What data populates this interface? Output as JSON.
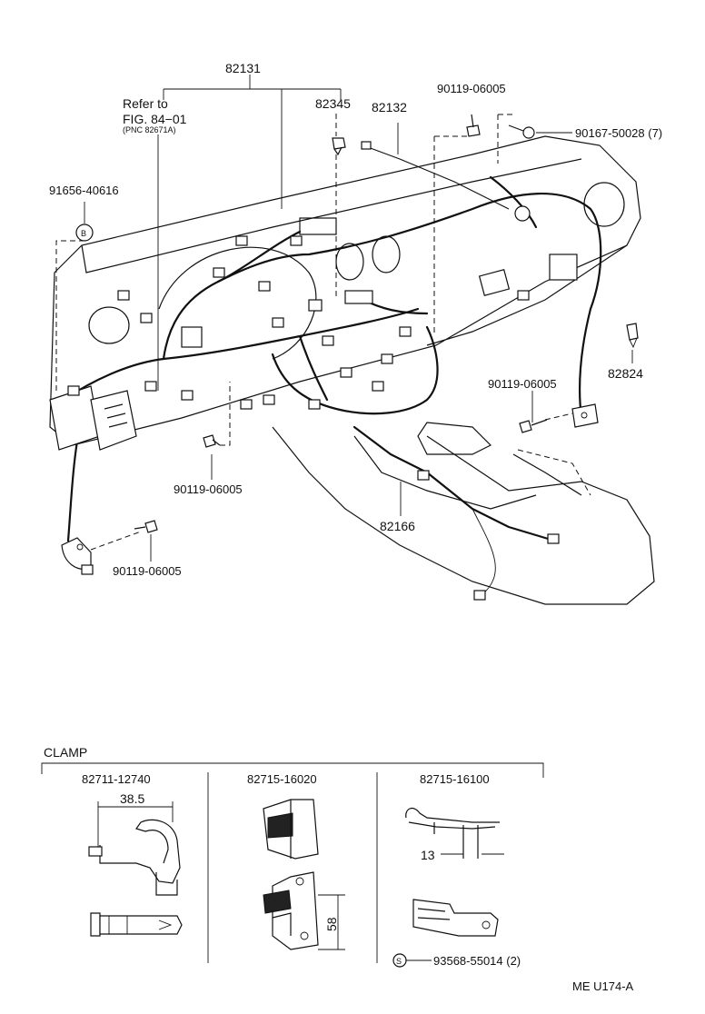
{
  "labels": {
    "harness_main": "82131",
    "refer_to": "Refer to",
    "fig_ref": "FIG. 84−01",
    "pnc_ref": "(PNC 82671A)",
    "part_82345": "82345",
    "part_82132": "82132",
    "bolt_top": "90119-06005",
    "screw_top_right": "90167-50028 (7)",
    "grommet_left": "91656-40616",
    "grommet_symbol": "B",
    "part_82824": "82824",
    "bolt_right": "90119-06005",
    "bolt_center": "90119-06005",
    "part_82166": "82166",
    "bolt_left": "90119-06005"
  },
  "clamp": {
    "title": "CLAMP",
    "col1": {
      "part": "82711-12740",
      "dim": "38.5"
    },
    "col2": {
      "part": "82715-16020",
      "dim": "58"
    },
    "col3": {
      "part": "82715-16100",
      "dim": "13",
      "screw_symbol": "S",
      "screw": "93568-55014 (2)"
    }
  },
  "footer_code": "ME U174-A"
}
